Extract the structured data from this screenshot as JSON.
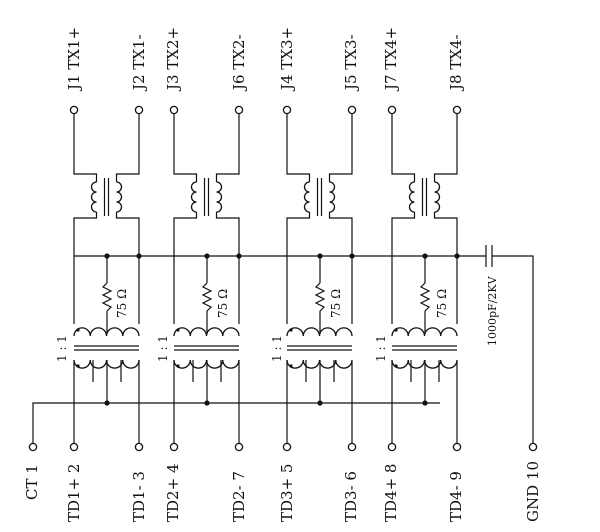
{
  "top_pins": [
    {
      "id": "j1",
      "label": "J1 TX1+"
    },
    {
      "id": "j2",
      "label": "J2 TX1-"
    },
    {
      "id": "j3",
      "label": "J3 TX2+"
    },
    {
      "id": "j6",
      "label": "J6 TX2-"
    },
    {
      "id": "j4",
      "label": "J4 TX3+"
    },
    {
      "id": "j5",
      "label": "J5 TX3-"
    },
    {
      "id": "j7",
      "label": "J7 TX4+"
    },
    {
      "id": "j8",
      "label": "J8 TX4-"
    }
  ],
  "bottom_pins": [
    {
      "id": "ct1",
      "label": "CT 1"
    },
    {
      "id": "td1p",
      "label": "TD1+ 2"
    },
    {
      "id": "td1m",
      "label": "TD1- 3"
    },
    {
      "id": "td2p",
      "label": "TD2+ 4"
    },
    {
      "id": "td2m",
      "label": "TD2- 7"
    },
    {
      "id": "td3p",
      "label": "TD3+ 5"
    },
    {
      "id": "td3m",
      "label": "TD3- 6"
    },
    {
      "id": "td4p",
      "label": "TD4+ 8"
    },
    {
      "id": "td4m",
      "label": "TD4- 9"
    },
    {
      "id": "gnd",
      "label": "GND 10"
    }
  ],
  "channels": [
    {
      "ratio": "1 : 1",
      "resistor": "75 Ω"
    },
    {
      "ratio": "1 : 1",
      "resistor": "75 Ω"
    },
    {
      "ratio": "1 : 1",
      "resistor": "75 Ω"
    },
    {
      "ratio": "1 : 1",
      "resistor": "75 Ω"
    }
  ],
  "capacitor": {
    "label": "1000pF/2KV"
  }
}
